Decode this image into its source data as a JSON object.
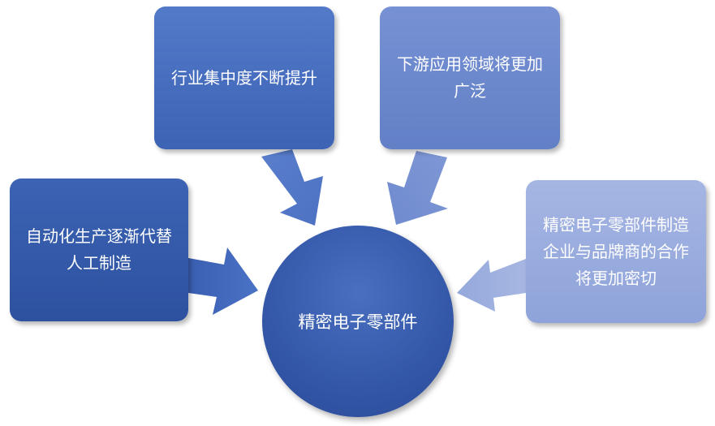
{
  "center": {
    "label": "精密电子零部件"
  },
  "nodes": {
    "left": {
      "lines": [
        "自动化生产逐渐代替",
        "人工制造"
      ]
    },
    "top_left": {
      "lines": [
        "行业集中度不断提升"
      ]
    },
    "top_right": {
      "lines": [
        "下游应用领域将更加",
        "广泛"
      ]
    },
    "right": {
      "lines": [
        "精密电子零部件制造",
        "企业与品牌商的合作",
        "将更加密切"
      ]
    }
  },
  "colors": {
    "center": "#3457a8",
    "left": "#3459a9",
    "top_left": "#4a70c0",
    "top_right": "#6d89cd",
    "right": "#9aadde"
  }
}
